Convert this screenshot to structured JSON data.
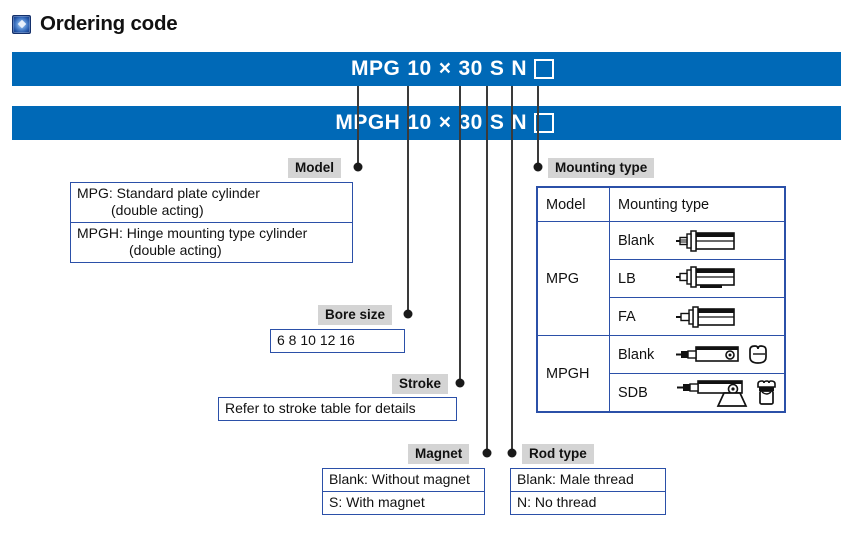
{
  "header": {
    "icon": "beveled-square-icon",
    "title": "Ordering code"
  },
  "code_bars": [
    {
      "id": "mpg",
      "model": "MPG",
      "bore": "10",
      "separator": "×",
      "stroke": "30",
      "magnet": "S",
      "rod": "N",
      "mounting_placeholder": "□"
    },
    {
      "id": "mpgh",
      "model": "MPGH",
      "bore": "10",
      "separator": "×",
      "stroke": "30",
      "magnet": "S",
      "rod": "N",
      "mounting_placeholder": "□"
    }
  ],
  "callouts": {
    "model": {
      "tag": "Model",
      "rows": [
        {
          "main": "MPG: Standard plate cylinder",
          "sub": "(double acting)"
        },
        {
          "main": "MPGH: Hinge mounting type cylinder",
          "sub": "(double acting)"
        }
      ]
    },
    "bore_size": {
      "tag": "Bore size",
      "values": "6  8  10  12  16"
    },
    "stroke": {
      "tag": "Stroke",
      "value": "Refer to stroke table for details"
    },
    "magnet": {
      "tag": "Magnet",
      "rows": [
        "Blank: Without magnet",
        "S: With magnet"
      ]
    },
    "rod_type": {
      "tag": "Rod type",
      "rows": [
        "Blank: Male thread",
        "N: No thread"
      ]
    },
    "mounting_type": {
      "tag": "Mounting type",
      "columns": [
        "Model",
        "Mounting type"
      ],
      "groups": [
        {
          "model": "MPG",
          "options": [
            {
              "code": "Blank",
              "icon": "cylinder-plain-icon"
            },
            {
              "code": "LB",
              "icon": "cylinder-lb-icon"
            },
            {
              "code": "FA",
              "icon": "cylinder-fa-icon"
            }
          ]
        },
        {
          "model": "MPGH",
          "options": [
            {
              "code": "Blank",
              "icon": "cylinder-hinge-icon"
            },
            {
              "code": "SDB",
              "icon": "cylinder-sdb-bracket-icon"
            }
          ]
        }
      ]
    }
  },
  "colors": {
    "bar_blue": "#0069b7",
    "box_border": "#2b50a8",
    "tag_gray": "#d4d4d4",
    "leader": "#3a3a3a"
  }
}
